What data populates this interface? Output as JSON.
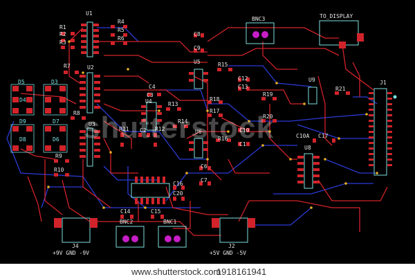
{
  "board": {
    "colors": {
      "background": "#000000",
      "trace_top": "#d2232a",
      "trace_bottom": "#2b3bd6",
      "pad": "#d2232a",
      "outline": "#7fe0e0",
      "text": "#e6e6e6",
      "connector_hole": "#c81ec8"
    },
    "labels": {
      "u1": "U1",
      "u2": "U2",
      "u3": "U3",
      "u4": "U4",
      "u5": "U5",
      "u6": "U6",
      "u8": "U8",
      "u9": "U9",
      "j1": "J1",
      "j2": "J2",
      "j4": "J4",
      "bnc1": "BNC1",
      "bnc2": "BNC2",
      "bnc3": "BNC3",
      "to_display": "TO_DISPLAY",
      "r1": "R1",
      "r2": "R2",
      "r3": "R3",
      "r4": "R4",
      "r5": "R5",
      "r6": "R6",
      "r7": "R7",
      "r8": "R8",
      "r9": "R9",
      "r10": "R10",
      "r11": "R11",
      "r12": "R12",
      "r13": "R13",
      "r14": "R14",
      "r15": "R15",
      "r16": "R16",
      "r17": "R17",
      "r18": "R18",
      "r19": "R19",
      "r20": "R20",
      "r21": "R21",
      "c1": "C1",
      "c2": "C2",
      "c3": "C3",
      "c4": "C4",
      "c6": "C6",
      "c7": "C7",
      "c8": "C8",
      "c9": "C9",
      "c10": "C10",
      "c10a": "C10A",
      "c12": "C12",
      "c13": "C13",
      "c14": "C14",
      "c15": "C15",
      "c16": "C16",
      "c17": "C17",
      "c20": "C20",
      "d3": "D3",
      "d4": "D4",
      "d5": "D5",
      "d6": "D6",
      "d7": "D7",
      "d8": "D8",
      "d9": "D9",
      "j4_voltage": "+9V GND -9V",
      "j2_voltage": "+5V GND -5V"
    }
  },
  "footer": {
    "site": "www.shutterstock.com",
    "code": "· 1918161941"
  },
  "watermark": "shutterstock"
}
